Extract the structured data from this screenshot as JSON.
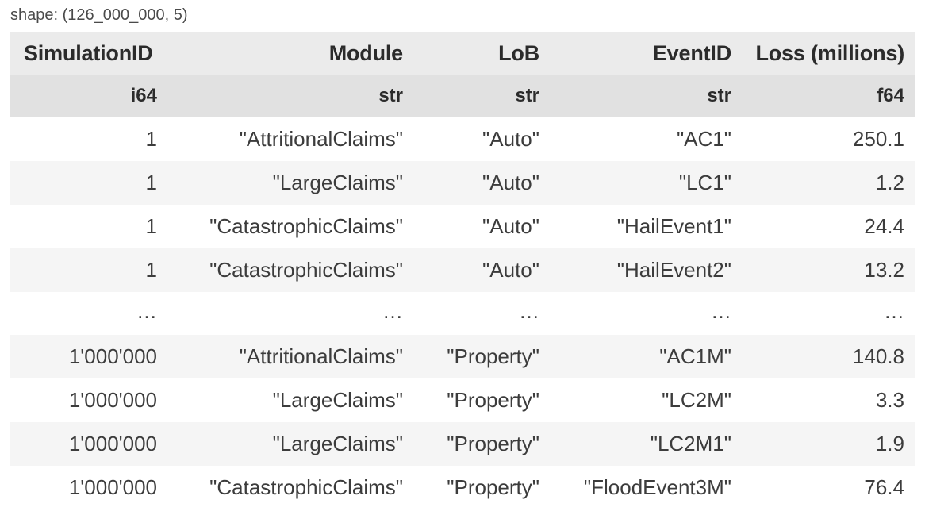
{
  "shape_line": "shape: (126_000_000, 5)",
  "table": {
    "columns": [
      {
        "name": "SimulationID",
        "dtype": "i64",
        "align": "right"
      },
      {
        "name": "Module",
        "dtype": "str",
        "align": "right"
      },
      {
        "name": "LoB",
        "dtype": "str",
        "align": "right"
      },
      {
        "name": "EventID",
        "dtype": "str",
        "align": "right"
      },
      {
        "name": "Loss (millions)",
        "dtype": "f64",
        "align": "right"
      }
    ],
    "ellipsis": "…",
    "rows": [
      {
        "cells": [
          "1",
          "\"AttritionalClaims\"",
          "\"Auto\"",
          "\"AC1\"",
          "250.1"
        ]
      },
      {
        "cells": [
          "1",
          "\"LargeClaims\"",
          "\"Auto\"",
          "\"LC1\"",
          "1.2"
        ]
      },
      {
        "cells": [
          "1",
          "\"CatastrophicClaims\"",
          "\"Auto\"",
          "\"HailEvent1\"",
          "24.4"
        ]
      },
      {
        "cells": [
          "1",
          "\"CatastrophicClaims\"",
          "\"Auto\"",
          "\"HailEvent2\"",
          "13.2"
        ]
      },
      {
        "cells": [
          "…",
          "…",
          "…",
          "…",
          "…"
        ]
      },
      {
        "cells": [
          "1'000'000",
          "\"AttritionalClaims\"",
          "\"Property\"",
          "\"AC1M\"",
          "140.8"
        ]
      },
      {
        "cells": [
          "1'000'000",
          "\"LargeClaims\"",
          "\"Property\"",
          "\"LC2M\"",
          "3.3"
        ]
      },
      {
        "cells": [
          "1'000'000",
          "\"LargeClaims\"",
          "\"Property\"",
          "\"LC2M1\"",
          "1.9"
        ]
      },
      {
        "cells": [
          "1'000'000",
          "\"CatastrophicClaims\"",
          "\"Property\"",
          "\"FloodEvent3M\"",
          "76.4"
        ]
      }
    ]
  },
  "colors": {
    "header_names_bg": "#ebebeb",
    "header_types_bg": "#e1e1e1",
    "row_stripe_bg": "#f5f5f5",
    "row_plain_bg": "#ffffff",
    "text": "#3c3c3c",
    "header_text": "#2b2b2b"
  }
}
